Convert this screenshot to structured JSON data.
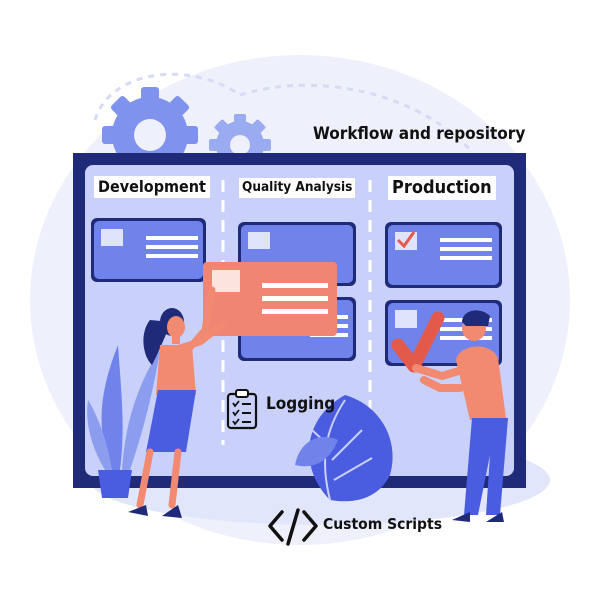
{
  "title": "Workflow and repository",
  "columns": [
    {
      "label": "Development"
    },
    {
      "label": "Quality Analysis"
    },
    {
      "label": "Production"
    }
  ],
  "annotations": {
    "logging": "Logging",
    "custom_scripts": "Custom Scripts"
  },
  "icons": [
    "gear-icon",
    "clipboard-checklist-icon",
    "code-brackets-icon",
    "checkmark-icon"
  ],
  "colors": {
    "board_frame": "#1f2a78",
    "board_fill": "#c9d0fa",
    "card": "#6f83ea",
    "highlight_card": "#f08574",
    "accent_red": "#e45a4a",
    "figure_blue": "#4a5de0",
    "figure_coral": "#f28a72"
  }
}
